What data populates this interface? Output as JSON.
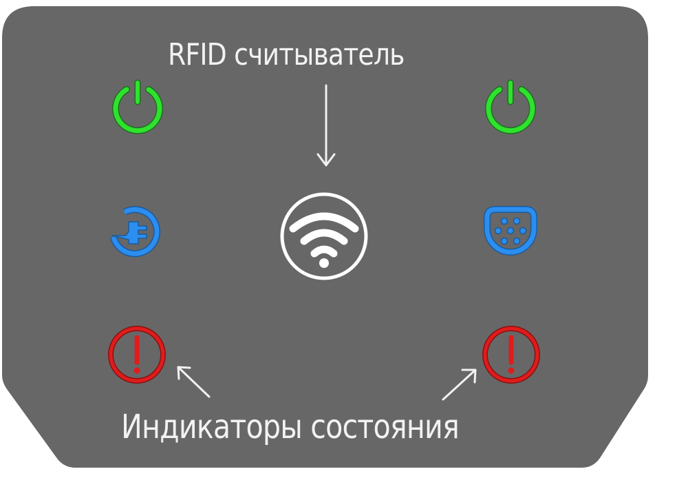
{
  "diagram": {
    "title_label": "RFID считыватель",
    "bottom_label": "Индикаторы состояния",
    "colors": {
      "panel": "#676767",
      "background": "#ffffff",
      "text": "#f2f2f2",
      "power_green": "#2ee22e",
      "connector_blue": "#2b8ef0",
      "error_red": "#e01c1c",
      "rfid_white": "#ffffff"
    },
    "indicators": {
      "left": [
        {
          "type": "power",
          "icon": "power-icon",
          "color": "green"
        },
        {
          "type": "plug",
          "icon": "plug-charging-icon",
          "color": "blue"
        },
        {
          "type": "error",
          "icon": "exclamation-circle-icon",
          "color": "red"
        }
      ],
      "right": [
        {
          "type": "power",
          "icon": "power-icon",
          "color": "green"
        },
        {
          "type": "socket",
          "icon": "type2-socket-icon",
          "color": "blue"
        },
        {
          "type": "error",
          "icon": "exclamation-circle-icon",
          "color": "red"
        }
      ],
      "center": {
        "type": "rfid",
        "icon": "rfid-wireless-icon",
        "color": "white"
      }
    }
  }
}
